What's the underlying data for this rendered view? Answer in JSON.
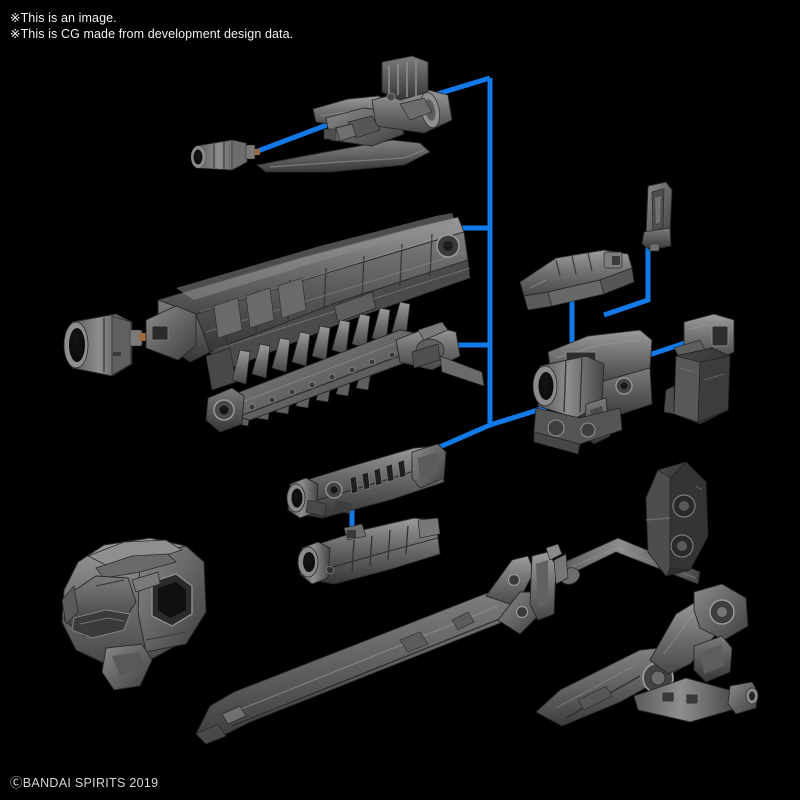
{
  "page": {
    "background_color": "#000000",
    "notes": [
      "※This is an image.",
      "※This is CG made from development design data."
    ],
    "copyright": "ⒸBANDAI SPIRITS 2019"
  },
  "palette": {
    "background": "#000000",
    "connector_blue": "#1279E8",
    "connector_blue_light": "#2A8BF5",
    "plastic_light": "#9b9b9b",
    "plastic_mid": "#767676",
    "plastic_base": "#5e5e5e",
    "plastic_dark": "#434343",
    "plastic_shadow": "#2c2c2c",
    "plastic_darkest": "#1e1e1e",
    "text": "#f2f2f2"
  },
  "parts": [
    {
      "id": "top-muzzle",
      "name": "Detached Muzzle Tip (Top Assembly)",
      "group": "top-assembly"
    },
    {
      "id": "top-gun-blade",
      "name": "Heavy Gun With Blade Attachment",
      "group": "top-assembly"
    },
    {
      "id": "long-cannon-muzzle",
      "name": "Large Cylindrical Barrel Muzzle",
      "group": "long-cannon"
    },
    {
      "id": "long-cannon",
      "name": "Long Barrel Cannon / Rifle Body",
      "group": "long-cannon"
    },
    {
      "id": "chainsaw",
      "name": "Chainsaw Blade Weapon",
      "group": "chainsaw"
    },
    {
      "id": "rail-bracket",
      "name": "Upper Mounting Rail Bracket",
      "group": "pistol-assembly"
    },
    {
      "id": "small-vertical-bracket",
      "name": "Small Vertical Support Bracket",
      "group": "pistol-assembly"
    },
    {
      "id": "pistol-body",
      "name": "Compact Pistol / Grenade Launcher Body",
      "group": "pistol-assembly"
    },
    {
      "id": "magazine-unit",
      "name": "Magazine / Ammo Box Unit",
      "group": "pistol-assembly"
    },
    {
      "id": "small-rifle",
      "name": "Short Rifle With Ventilated Handguard",
      "group": "small-rifle-assembly"
    },
    {
      "id": "small-rifle-under-barrel",
      "name": "Under-Barrel Attachment Unit",
      "group": "small-rifle-assembly"
    },
    {
      "id": "head-unit",
      "name": "Armored Head / Shoulder Unit",
      "group": "standalone"
    },
    {
      "id": "greatsword",
      "name": "Large Two-Handed Greatsword",
      "group": "standalone"
    },
    {
      "id": "armor-panel",
      "name": "Hexagonal Armor Shield Panel",
      "group": "standalone"
    },
    {
      "id": "claw-arm",
      "name": "Pincer Claw Arm Weapon",
      "group": "standalone"
    }
  ],
  "connectors": {
    "description": "Blue exploded-view assembly guide lines",
    "segments": [
      {
        "from": "top-muzzle",
        "to": "top-gun-blade"
      },
      {
        "from": "top-gun-blade",
        "to": "trunk"
      },
      {
        "from": "long-cannon-muzzle",
        "to": "long-cannon"
      },
      {
        "from": "long-cannon",
        "to": "trunk"
      },
      {
        "from": "chainsaw",
        "to": "trunk"
      },
      {
        "from": "trunk",
        "to": "pistol-body"
      },
      {
        "from": "small-vertical-bracket",
        "to": "pistol-body"
      },
      {
        "from": "rail-bracket",
        "to": "pistol-body"
      },
      {
        "from": "pistol-body",
        "to": "magazine-unit"
      },
      {
        "from": "small-rifle",
        "to": "small-rifle-under-barrel"
      }
    ]
  }
}
